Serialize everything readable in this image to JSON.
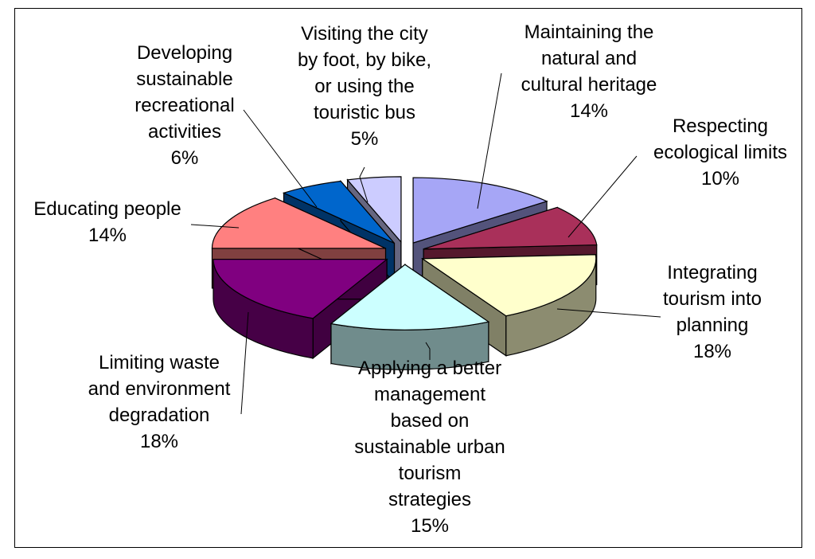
{
  "chart_data": {
    "type": "pie",
    "style": "3d-exploded",
    "slices": [
      {
        "label": [
          "Maintaining the",
          "natural and",
          "cultural heritage"
        ],
        "value": 14,
        "percent_label": "14%",
        "color": "#a6a6f6"
      },
      {
        "label": [
          "Respecting",
          "ecological limits"
        ],
        "value": 10,
        "percent_label": "10%",
        "color": "#a9305a"
      },
      {
        "label": [
          "Integrating",
          "tourism into",
          "planning"
        ],
        "value": 18,
        "percent_label": "18%",
        "color": "#ffffcc"
      },
      {
        "label": [
          "Applying a better",
          "management",
          "based on",
          "sustainable urban",
          "tourism",
          "strategies"
        ],
        "value": 15,
        "percent_label": "15%",
        "color": "#ccffff"
      },
      {
        "label": [
          "Limiting waste",
          "and environment",
          "degradation"
        ],
        "value": 18,
        "percent_label": "18%",
        "color": "#800080"
      },
      {
        "label": [
          "Educating people"
        ],
        "value": 14,
        "percent_label": "14%",
        "color": "#ff8080"
      },
      {
        "label": [
          "Developing",
          "sustainable",
          "recreational",
          "activities"
        ],
        "value": 6,
        "percent_label": "6%",
        "color": "#0066cc"
      },
      {
        "label": [
          "Visiting the city",
          "by foot, by bike,",
          "or using the",
          "touristic bus"
        ],
        "value": 5,
        "percent_label": "5%",
        "color": "#ccccff"
      }
    ]
  }
}
